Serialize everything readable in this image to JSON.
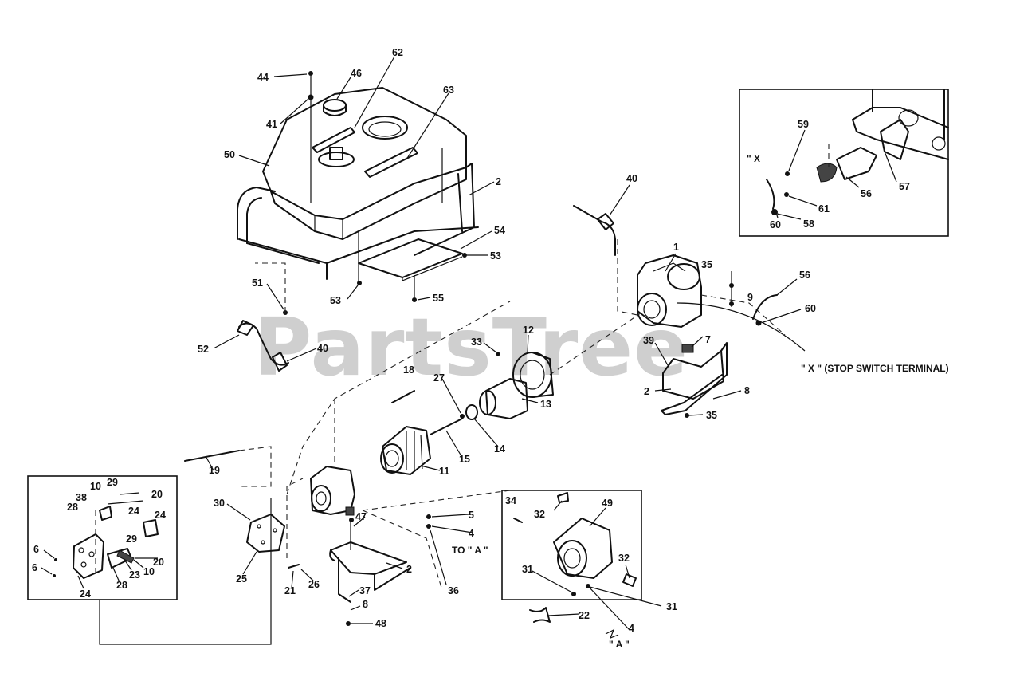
{
  "watermark": "PartsTree",
  "stop_switch_note": "\" X \" (STOP SWITCH TERMINAL)",
  "note_x": "\" X",
  "note_to_a": "TO \" A \"",
  "note_a": "\" A \"",
  "callouts": {
    "c44": "44",
    "c41": "41",
    "c46": "46",
    "c62": "62",
    "c63": "63",
    "c50": "50",
    "c2_top": "2",
    "c54": "54",
    "c53a": "53",
    "c53b": "53",
    "c55": "55",
    "c51": "51",
    "c52": "52",
    "c40a": "40",
    "c40b": "40",
    "c1": "1",
    "c35a": "35",
    "c9": "9",
    "c56a": "56",
    "c60a": "60",
    "c7": "7",
    "c39": "39",
    "c2_bracket": "2",
    "c8a": "8",
    "c35b": "35",
    "c33": "33",
    "c12": "12",
    "c13": "13",
    "c27": "27",
    "c18": "18",
    "c14": "14",
    "c15": "15",
    "c11": "11",
    "c19": "19",
    "c30": "30",
    "c25": "25",
    "c47": "47",
    "c2_handle": "2",
    "c26": "26",
    "c21": "21",
    "c37": "37",
    "c8b": "8",
    "c48": "48",
    "c5": "5",
    "c4a": "4",
    "c36": "36",
    "c34": "34",
    "c32a": "32",
    "c49": "49",
    "c32b": "32",
    "c31a": "31",
    "c31b": "31",
    "c22": "22",
    "c4b": "4",
    "c59": "59",
    "c56b": "56",
    "c57": "57",
    "c61": "61",
    "c58": "58",
    "c60b": "60",
    "c10a": "10",
    "c29a": "29",
    "c20a": "20",
    "c38": "38",
    "c28a": "28",
    "c24a": "24",
    "c24b": "24",
    "c29b": "29",
    "c20b": "20",
    "c6a": "6",
    "c6b": "6",
    "c23": "23",
    "c28b": "28",
    "c10b": "10",
    "c24c": "24"
  }
}
